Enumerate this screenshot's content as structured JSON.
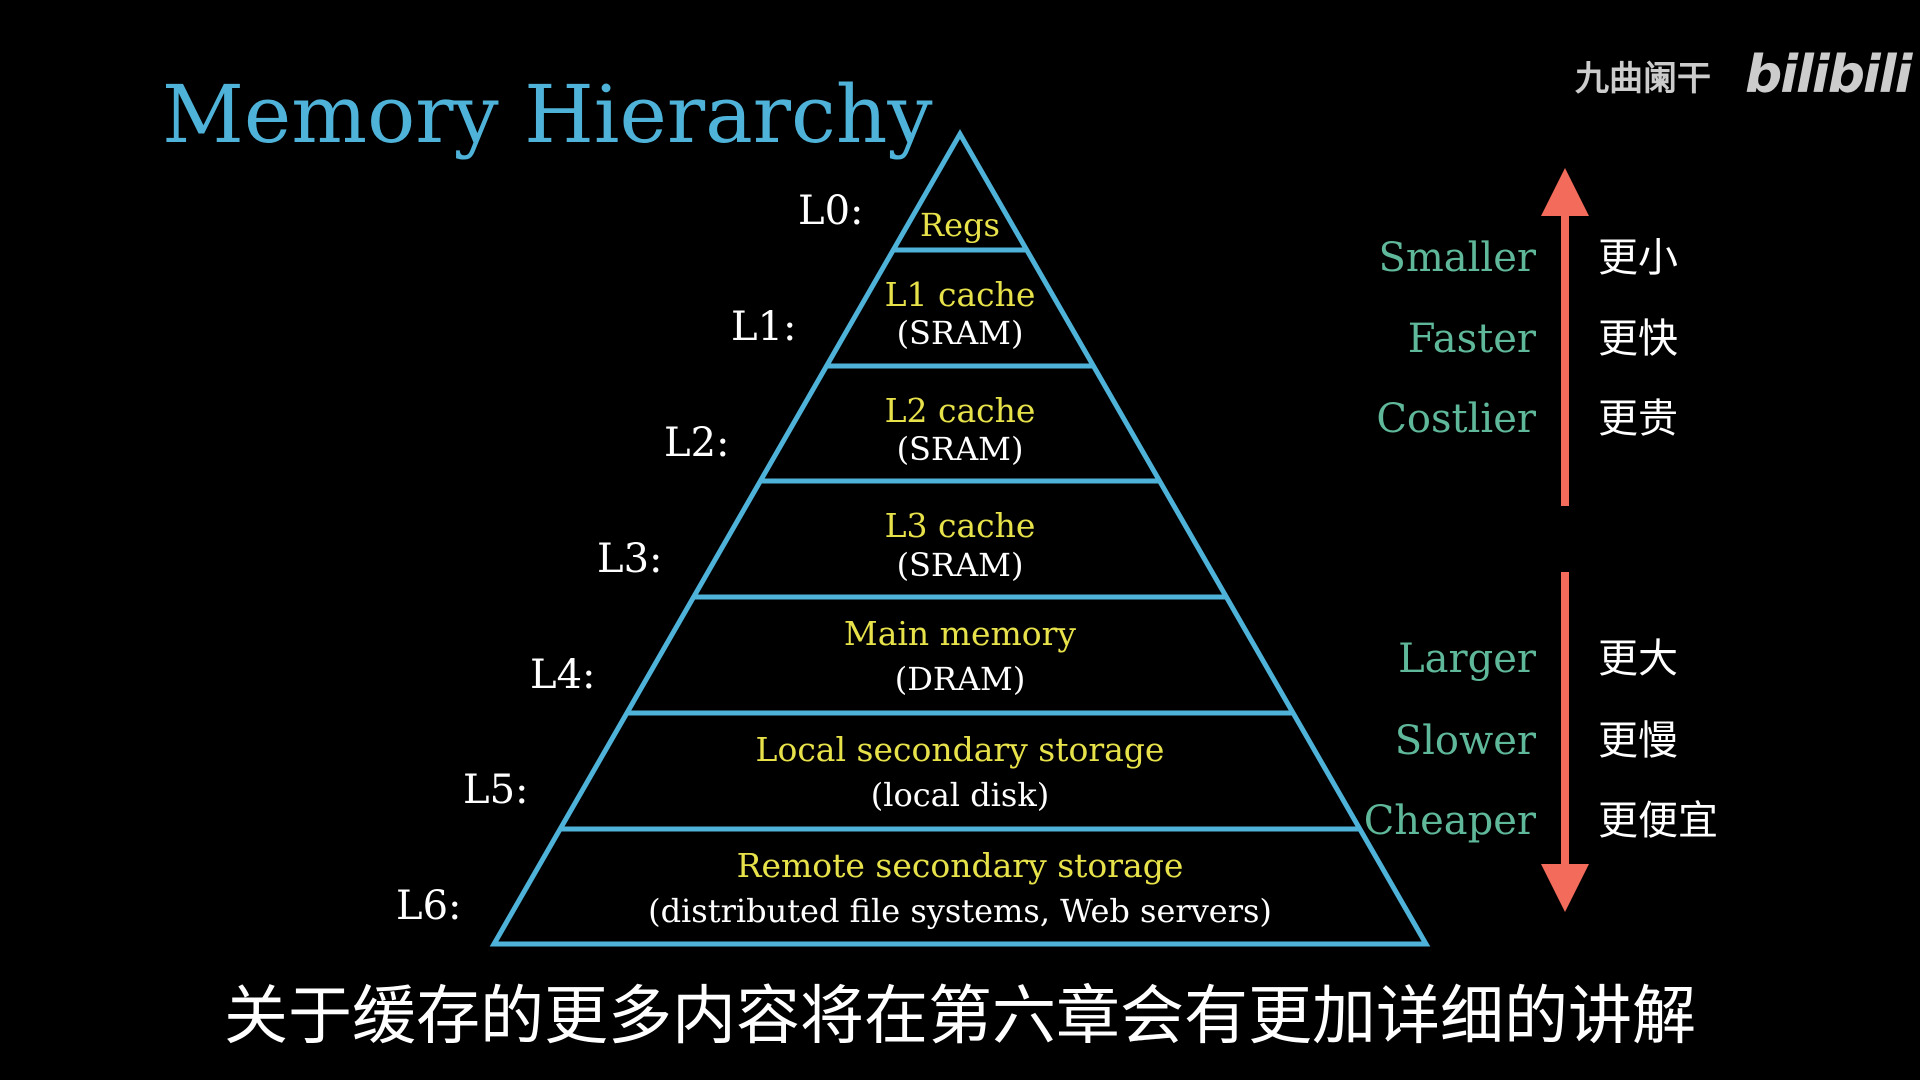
{
  "title": "Memory Hierarchy",
  "watermark": {
    "channel": "九曲阑干",
    "platform": "bilibili"
  },
  "levels": [
    {
      "label": "L0:",
      "name": "Regs",
      "detail": ""
    },
    {
      "label": "L1:",
      "name": "L1 cache",
      "detail": "(SRAM)"
    },
    {
      "label": "L2:",
      "name": "L2 cache",
      "detail": "(SRAM)"
    },
    {
      "label": "L3:",
      "name": "L3 cache",
      "detail": "(SRAM)"
    },
    {
      "label": "L4:",
      "name": "Main memory",
      "detail": "(DRAM)"
    },
    {
      "label": "L5:",
      "name": "Local secondary storage",
      "detail": "(local disk)"
    },
    {
      "label": "L6:",
      "name": "Remote secondary storage",
      "detail": "(distributed file systems, Web servers)"
    }
  ],
  "top_properties": [
    {
      "en": "Smaller",
      "zh": "更小"
    },
    {
      "en": "Faster",
      "zh": "更快"
    },
    {
      "en": "Costlier",
      "zh": "更贵"
    }
  ],
  "bottom_properties": [
    {
      "en": "Larger",
      "zh": "更大"
    },
    {
      "en": "Slower",
      "zh": "更慢"
    },
    {
      "en": "Cheaper",
      "zh": "更便宜"
    }
  ],
  "subtitle": "关于缓存的更多内容将在第六章会有更加详细的讲解",
  "colors": {
    "title": "#4fb3d9",
    "pyramid": "#4fb3d9",
    "level_name": "#e8e24a",
    "level_detail": "#ffffff",
    "level_label": "#ffffff",
    "property_en": "#5fb89a",
    "property_zh": "#ffffff",
    "arrow": "#f26b5b",
    "subtitle": "#ffffff",
    "watermark": "#cccccc"
  }
}
